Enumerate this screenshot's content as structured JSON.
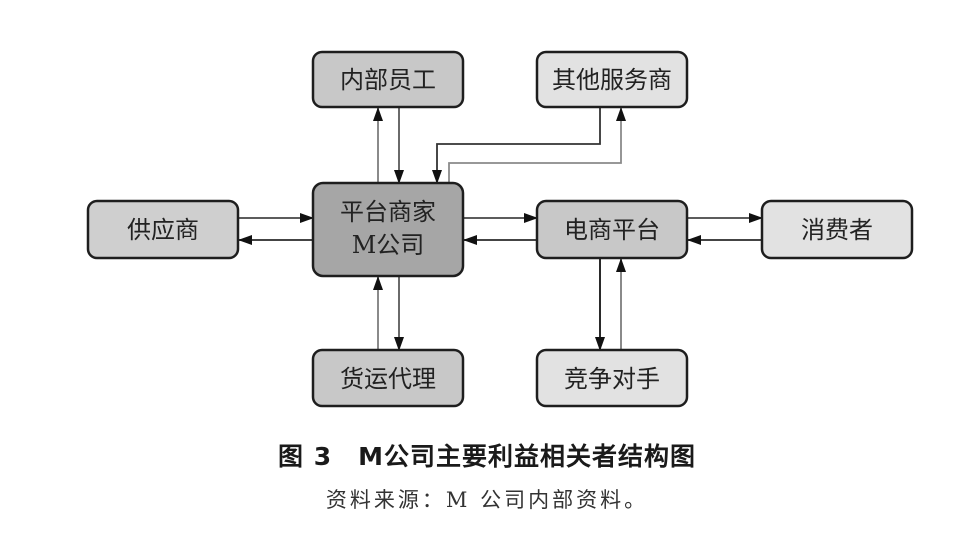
{
  "diagram": {
    "nodes": [
      {
        "id": "internal-staff",
        "label": "内部员工",
        "fill": "#c8c8c8"
      },
      {
        "id": "other-service-providers",
        "label": "其他服务商",
        "fill": "#e2e2e2"
      },
      {
        "id": "platform-merchant",
        "label_line1": "平台商家",
        "label_line2": "M公司",
        "fill": "#a6a6a6"
      },
      {
        "id": "suppliers",
        "label": "供应商",
        "fill": "#cfcfcf"
      },
      {
        "id": "ecommerce-platform",
        "label": "电商平台",
        "fill": "#c8c8c8"
      },
      {
        "id": "consumers",
        "label": "消费者",
        "fill": "#e2e2e2"
      },
      {
        "id": "freight-agent",
        "label": "货运代理",
        "fill": "#c8c8c8"
      },
      {
        "id": "competitors",
        "label": "竞争对手",
        "fill": "#e2e2e2"
      }
    ],
    "edges": [
      {
        "from": "platform-merchant",
        "to": "internal-staff"
      },
      {
        "from": "internal-staff",
        "to": "platform-merchant"
      },
      {
        "from": "other-service-providers",
        "to": "platform-merchant"
      },
      {
        "from": "platform-merchant",
        "to": "other-service-providers"
      },
      {
        "from": "suppliers",
        "to": "platform-merchant"
      },
      {
        "from": "platform-merchant",
        "to": "suppliers"
      },
      {
        "from": "platform-merchant",
        "to": "ecommerce-platform"
      },
      {
        "from": "ecommerce-platform",
        "to": "platform-merchant"
      },
      {
        "from": "ecommerce-platform",
        "to": "consumers"
      },
      {
        "from": "consumers",
        "to": "ecommerce-platform"
      },
      {
        "from": "freight-agent",
        "to": "platform-merchant"
      },
      {
        "from": "platform-merchant",
        "to": "freight-agent"
      },
      {
        "from": "ecommerce-platform",
        "to": "competitors"
      },
      {
        "from": "competitors",
        "to": "ecommerce-platform"
      }
    ],
    "colors": {
      "border": "#1e1e1e",
      "arrow_dark": "#2a2a2a",
      "arrow_light": "#8a8a8a"
    }
  },
  "caption": {
    "title": "图 3　M公司主要利益相关者结构图",
    "source": "资料来源：M 公司内部资料。"
  }
}
